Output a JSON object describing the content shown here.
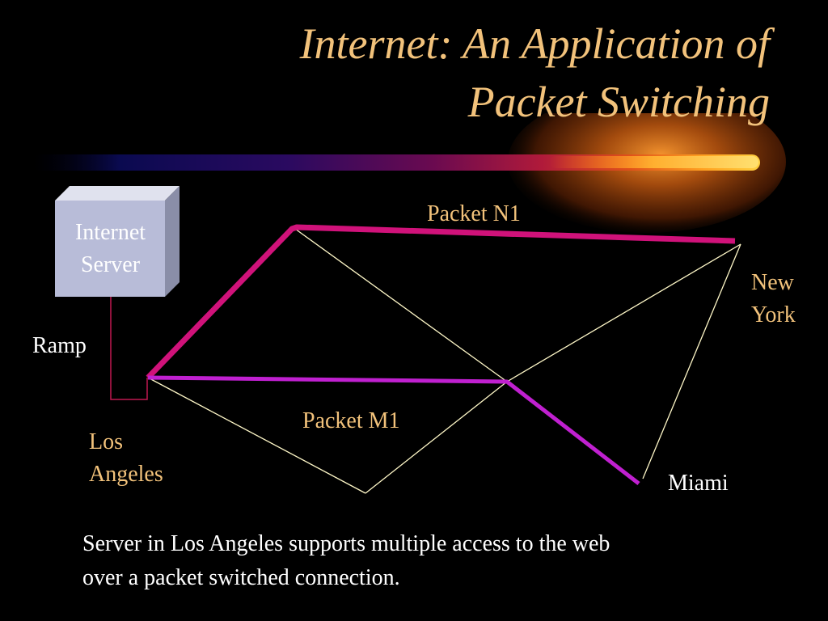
{
  "slide": {
    "title_lines": [
      "Internet: An Application of",
      "Packet Switching"
    ],
    "server_lines": [
      "Internet",
      "Server"
    ],
    "labels": {
      "ramp": "Ramp",
      "los_angeles": [
        "Los",
        "Angeles"
      ],
      "new_york": [
        "New",
        "York"
      ],
      "miami": "Miami",
      "packet_n1": "Packet N1",
      "packet_m1": "Packet M1"
    },
    "caption_lines": [
      "Server in Los Angeles supports multiple access to the web",
      "over a packet switched connection."
    ]
  },
  "colors": {
    "background": "#000000",
    "title": "#f2c27b",
    "label_yellow": "#f2c27b",
    "label_white": "#ffffff",
    "packet_n1": "#d0127a",
    "packet_m1": "#c020d0",
    "network_link": "#fff8c8",
    "ramp_link": "#c01850",
    "server_face": "#b8bcd8"
  }
}
